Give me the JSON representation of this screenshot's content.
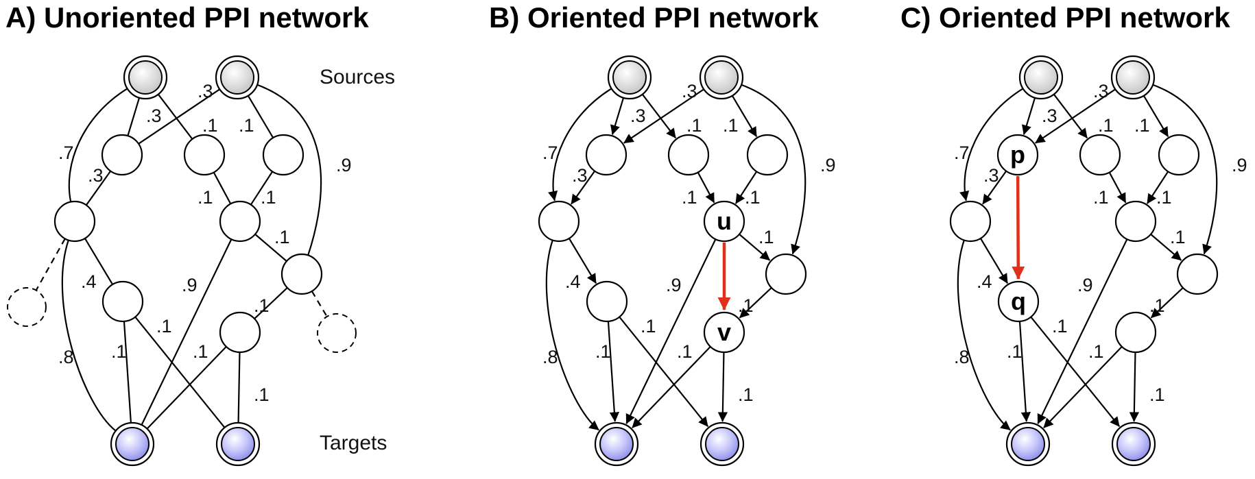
{
  "panels": [
    {
      "title": "A) Unoriented PPI network",
      "edges": [
        ".3",
        ".3",
        ".1",
        ".1",
        ".7",
        ".9",
        ".3",
        ".1",
        ".1",
        ".1",
        ".4",
        ".9",
        ".1",
        ".1",
        ".8",
        ".1",
        ".1",
        ".1"
      ],
      "node_labels": []
    },
    {
      "title": "B) Oriented PPI network",
      "edges": [
        ".3",
        ".3",
        ".1",
        ".1",
        ".7",
        ".9",
        ".3",
        ".1",
        ".1",
        ".1",
        ".4",
        ".9",
        ".1",
        ".1",
        ".8",
        ".1",
        ".1",
        ".1"
      ],
      "node_labels": [
        "u",
        "v"
      ]
    },
    {
      "title": "C) Oriented PPI network",
      "edges": [
        ".3",
        ".3",
        ".1",
        ".1",
        ".7",
        ".9",
        ".3",
        ".1",
        ".1",
        ".1",
        ".4",
        ".9",
        ".1",
        ".1",
        ".8",
        ".1",
        ".1",
        ".1"
      ],
      "node_labels": [
        "p",
        "q"
      ]
    }
  ],
  "labels": {
    "sources": "Sources",
    "targets": "Targets"
  },
  "colors": {
    "source_fill": "#d8d8d8",
    "target_fill": "#a8a8f0",
    "highlight_edge": "#e0301a"
  }
}
